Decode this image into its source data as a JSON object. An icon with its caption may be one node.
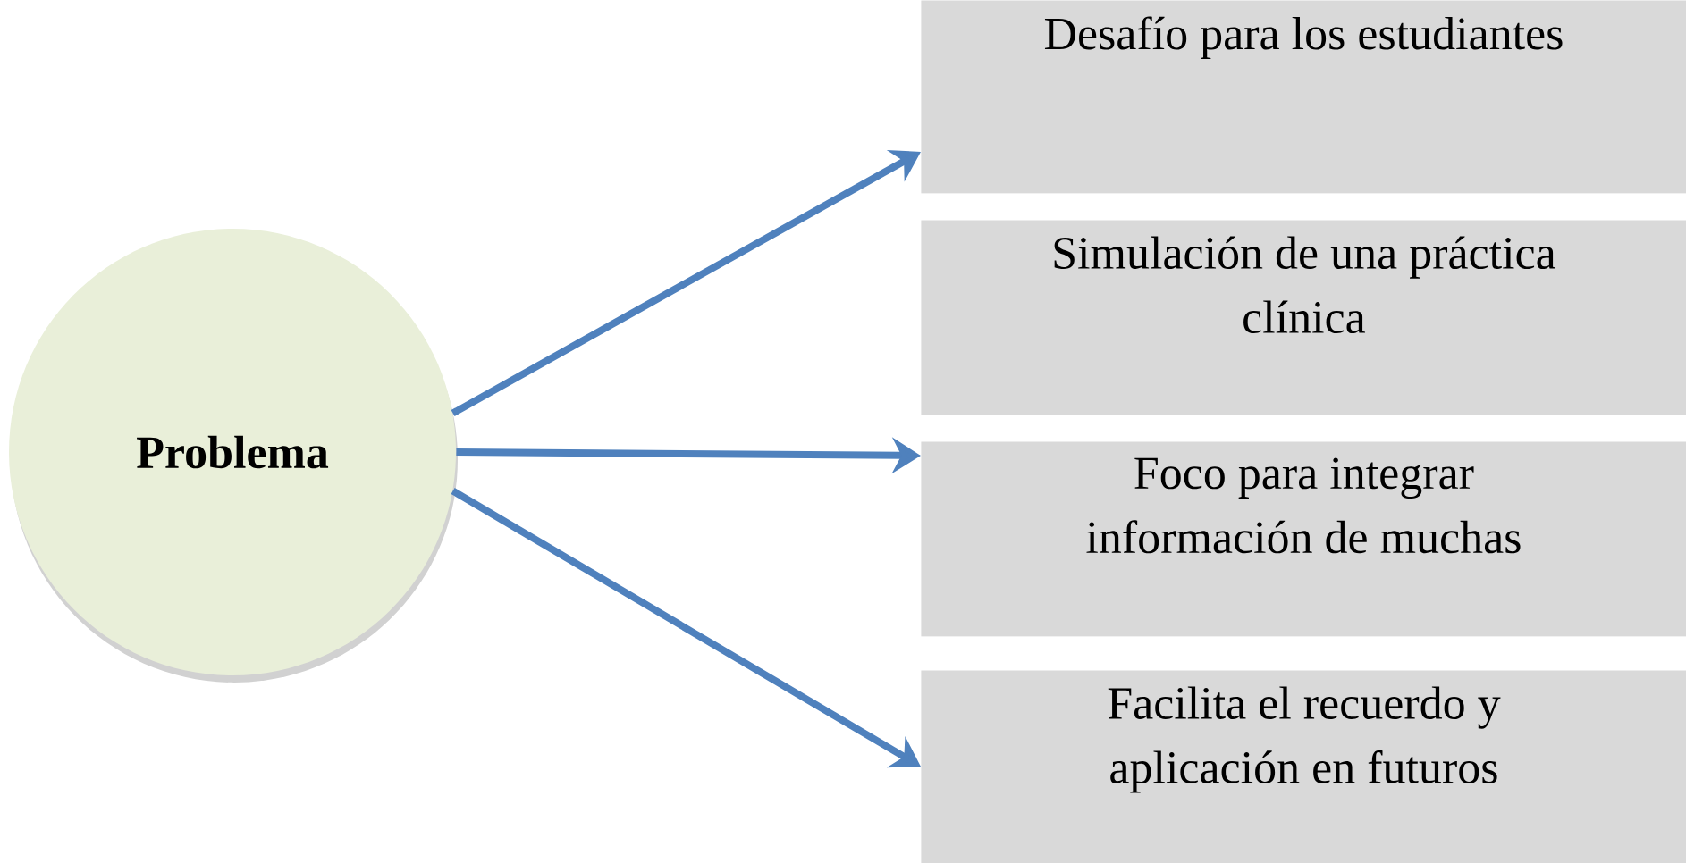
{
  "diagram": {
    "nodes": [
      {
        "text": [
          "Problema"
        ]
      },
      {
        "text": [
          "Desafío para los estudiantes"
        ]
      },
      {
        "text": [
          "Simulación de una práctica clínica"
        ]
      },
      {
        "text": [
          "Foco para integrar información de muchas"
        ]
      },
      {
        "text": [
          "Facilita el recuerdo y aplicación en futuros"
        ]
      }
    ],
    "edges": [
      {
        "from": 0,
        "to": 1,
        "arrow": "to"
      },
      {
        "from": 0,
        "to": 3,
        "arrow": "to"
      },
      {
        "from": 0,
        "to": 4,
        "arrow": "to"
      }
    ]
  }
}
